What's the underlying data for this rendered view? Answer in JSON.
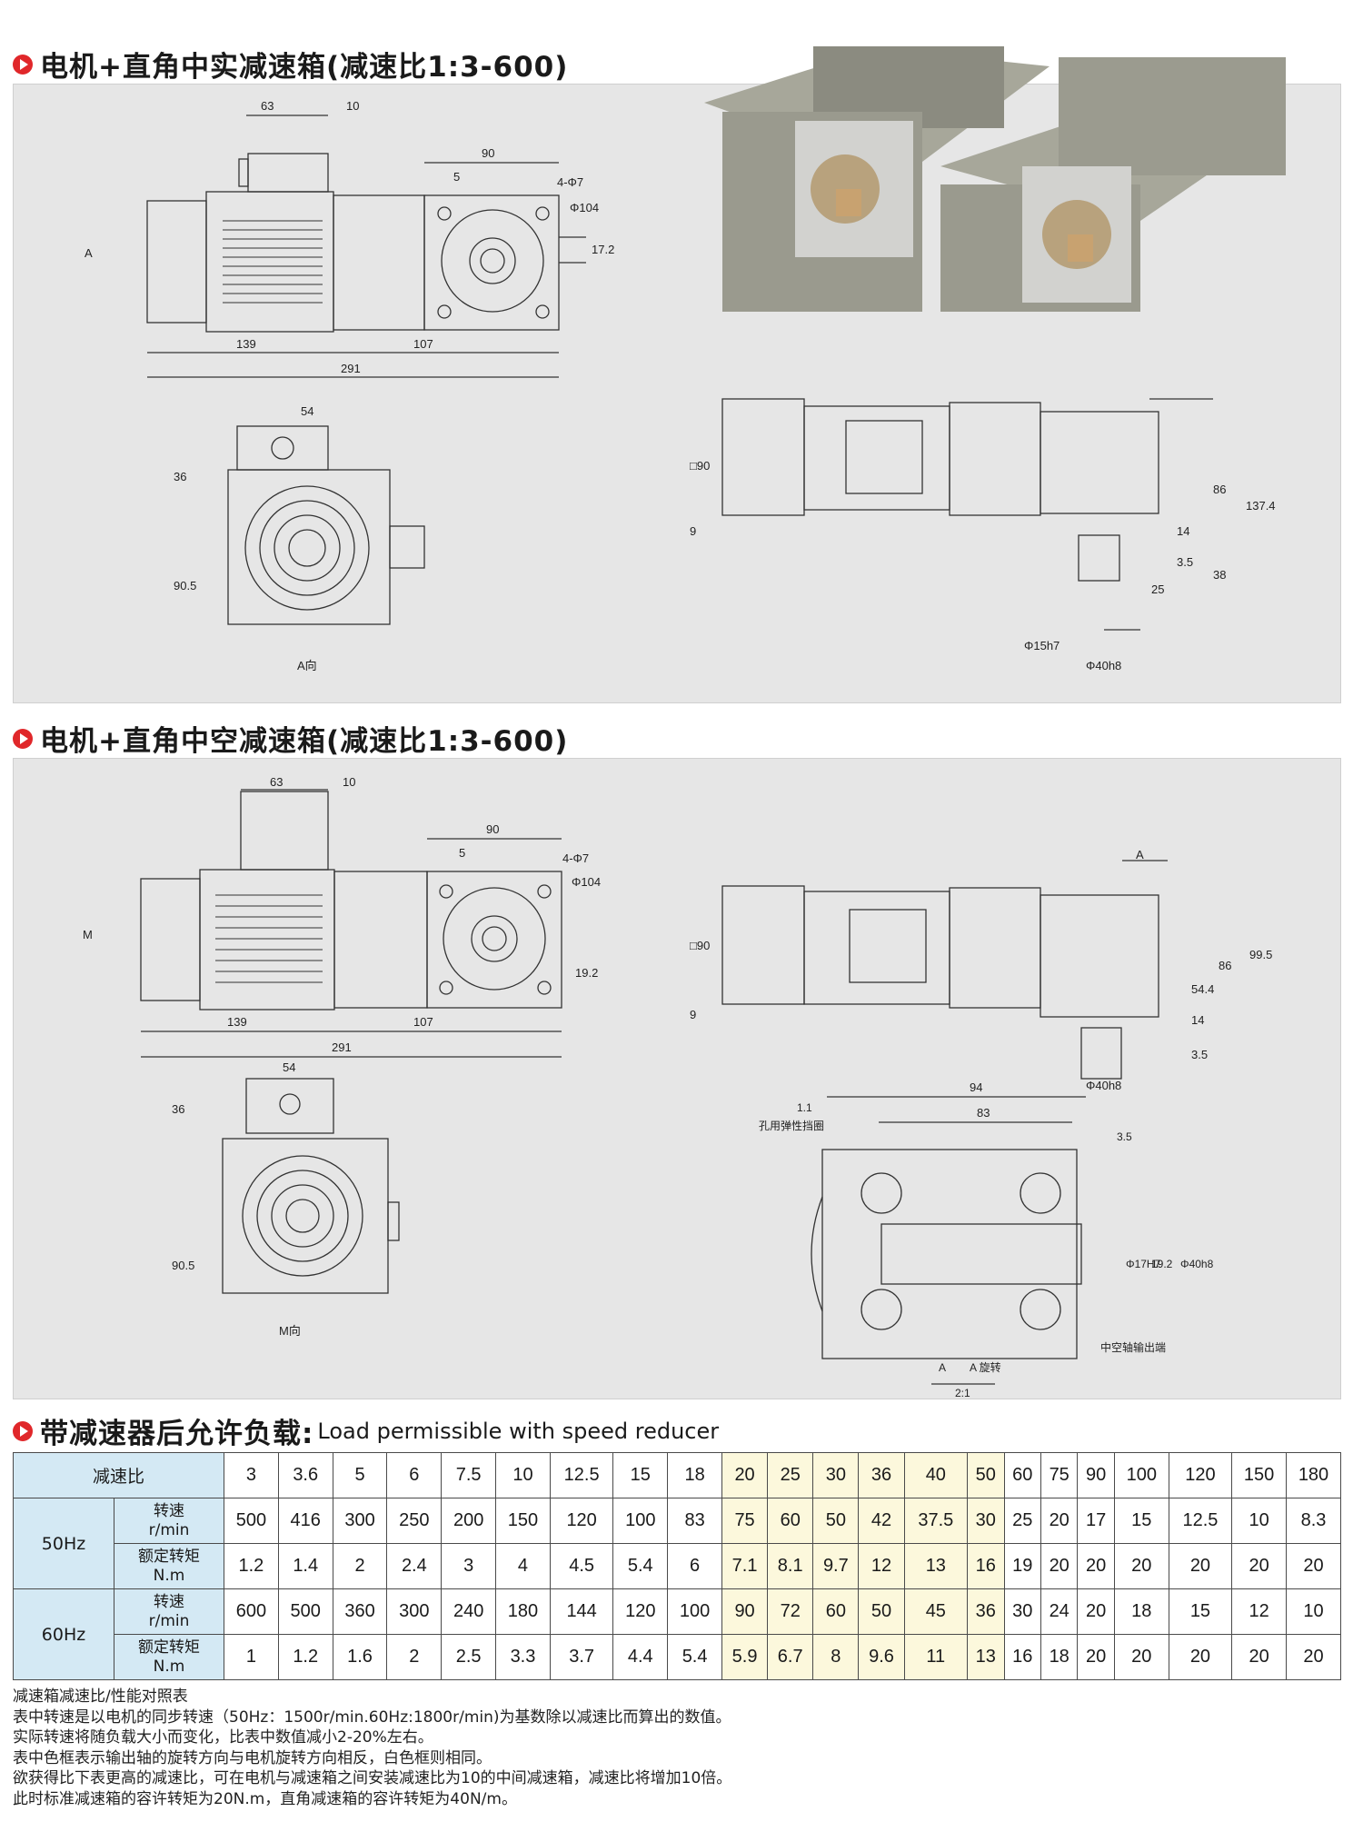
{
  "section1": {
    "title": "电机+直角中实减速箱(减速比1:3-600)"
  },
  "section2": {
    "title": "电机+直角中空减速箱(减速比1:3-600)"
  },
  "section3": {
    "title": "带减速器后允许负载:",
    "subtitle": "Load permissible with speed reducer"
  },
  "dims1": {
    "top_63": "63",
    "top_10": "10",
    "top_90": "90",
    "top_5": "5",
    "hole": "4-Φ7",
    "pcd": "Φ104",
    "d172": "17.2",
    "arrow_a": "A",
    "d139": "139",
    "d107": "107",
    "d291": "291",
    "d54": "54",
    "d36": "36",
    "d905": "90.5",
    "view_a": "A向",
    "sq90": "□90",
    "d9": "9",
    "d86": "86",
    "d1374": "137.4",
    "d14": "14",
    "d35": "3.5",
    "d25": "25",
    "d38": "38",
    "shaft": "Φ15h7",
    "flange": "Φ40h8"
  },
  "dims2": {
    "top_63": "63",
    "top_10": "10",
    "top_90": "90",
    "top_5": "5",
    "hole": "4-Φ7",
    "pcd": "Φ104",
    "d192": "19.2",
    "arrow_m": "M",
    "d139": "139",
    "d107": "107",
    "d291": "291",
    "d54": "54",
    "d36": "36",
    "d905": "90.5",
    "view_m": "M向",
    "sq90": "□90",
    "d9": "9",
    "sec_a": "A",
    "d995": "99.5",
    "d86": "86",
    "d544": "54.4",
    "d14": "14",
    "d35": "3.5",
    "flange": "Φ40h8",
    "d94": "94",
    "d83": "83",
    "d11": "1.1",
    "circlip": "孔用弹性挡圈",
    "d35b": "3.5",
    "bore": "Φ17H7",
    "d192b": "19.2",
    "flange_b": "Φ40h8",
    "output_end": "中空轴输出端",
    "aa_rot": "A",
    "aa_rot2": "A 旋转",
    "scale": "2:1"
  },
  "table": {
    "ratio_label": "减速比",
    "ratios": [
      "3",
      "3.6",
      "5",
      "6",
      "7.5",
      "10",
      "12.5",
      "15",
      "18",
      "20",
      "25",
      "30",
      "36",
      "40",
      "50",
      "60",
      "75",
      "90",
      "100",
      "120",
      "150",
      "180"
    ],
    "hz50": "50Hz",
    "hz60": "60Hz",
    "speed_label": [
      "转速",
      "r/min"
    ],
    "torque_label": [
      "额定转矩",
      "N.m"
    ],
    "speed50": [
      "500",
      "416",
      "300",
      "250",
      "200",
      "150",
      "120",
      "100",
      "83",
      "75",
      "60",
      "50",
      "42",
      "37.5",
      "30",
      "25",
      "20",
      "17",
      "15",
      "12.5",
      "10",
      "8.3"
    ],
    "torque50": [
      "1.2",
      "1.4",
      "2",
      "2.4",
      "3",
      "4",
      "4.5",
      "5.4",
      "6",
      "7.1",
      "8.1",
      "9.7",
      "12",
      "13",
      "16",
      "19",
      "20",
      "20",
      "20",
      "20",
      "20",
      "20"
    ],
    "speed60": [
      "600",
      "500",
      "360",
      "300",
      "240",
      "180",
      "144",
      "120",
      "100",
      "90",
      "72",
      "60",
      "50",
      "45",
      "36",
      "30",
      "24",
      "20",
      "18",
      "15",
      "12",
      "10"
    ],
    "torque60": [
      "1",
      "1.2",
      "1.6",
      "2",
      "2.5",
      "3.3",
      "3.7",
      "4.4",
      "5.4",
      "5.9",
      "6.7",
      "8",
      "9.6",
      "11",
      "13",
      "16",
      "18",
      "20",
      "20",
      "20",
      "20",
      "20"
    ],
    "highlight_from": 9,
    "highlight_to": 14
  },
  "notes": [
    "减速箱减速比/性能对照表",
    "表中转速是以电机的同步转速（50Hz：1500r/min.60Hz:1800r/min)为基数除以减速比而算出的数值。",
    "实际转速将随负载大小而变化，比表中数值减小2-20%左右。",
    "表中色框表示输出轴的旋转方向与电机旋转方向相反，白色框则相同。",
    "欲获得比下表更高的减速比，可在电机与减速箱之间安装减速比为10的中间减速箱，减速比将增加10倍。",
    "此时标准减速箱的容许转矩为20N.m，直角减速箱的容许转矩为40N/m。"
  ],
  "colors": {
    "bullet": "#e0272a",
    "panel": "#e6e6e6",
    "table_header": "#d4e9f4",
    "table_highlight": "#fcf8dc"
  }
}
